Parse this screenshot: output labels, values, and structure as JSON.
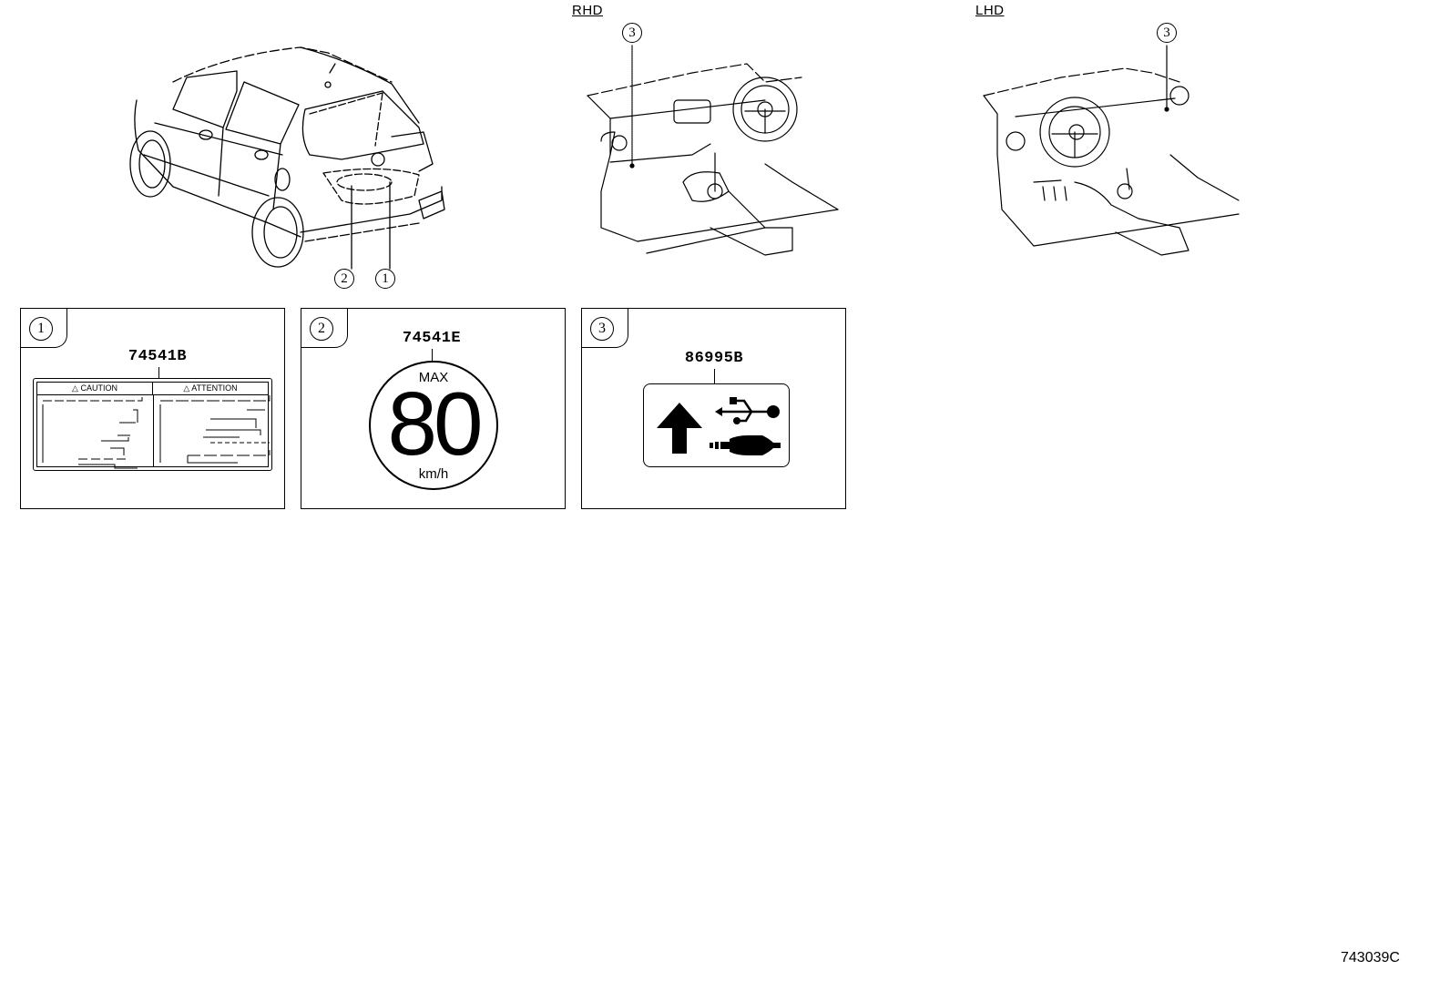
{
  "diagram": {
    "title_code": "743039C",
    "views": {
      "rhd": {
        "label": "RHD",
        "callouts": [
          "3"
        ]
      },
      "lhd": {
        "label": "LHD",
        "callouts": [
          "3"
        ]
      },
      "vehicle": {
        "callouts": [
          "2",
          "1"
        ]
      }
    },
    "panels": [
      {
        "index": "1",
        "part_number": "74541B",
        "label_type": "caution-attention-plate",
        "headers": [
          "CAUTION",
          "ATTENTION"
        ]
      },
      {
        "index": "2",
        "part_number": "74541E",
        "label_type": "speed-limit-plate",
        "top_text": "MAX",
        "value": "80",
        "unit": "km/h"
      },
      {
        "index": "3",
        "part_number": "86995B",
        "label_type": "usb-aux-port-plate",
        "icons": [
          "up-arrow-icon",
          "usb-icon",
          "aux-jack-icon"
        ]
      }
    ]
  }
}
